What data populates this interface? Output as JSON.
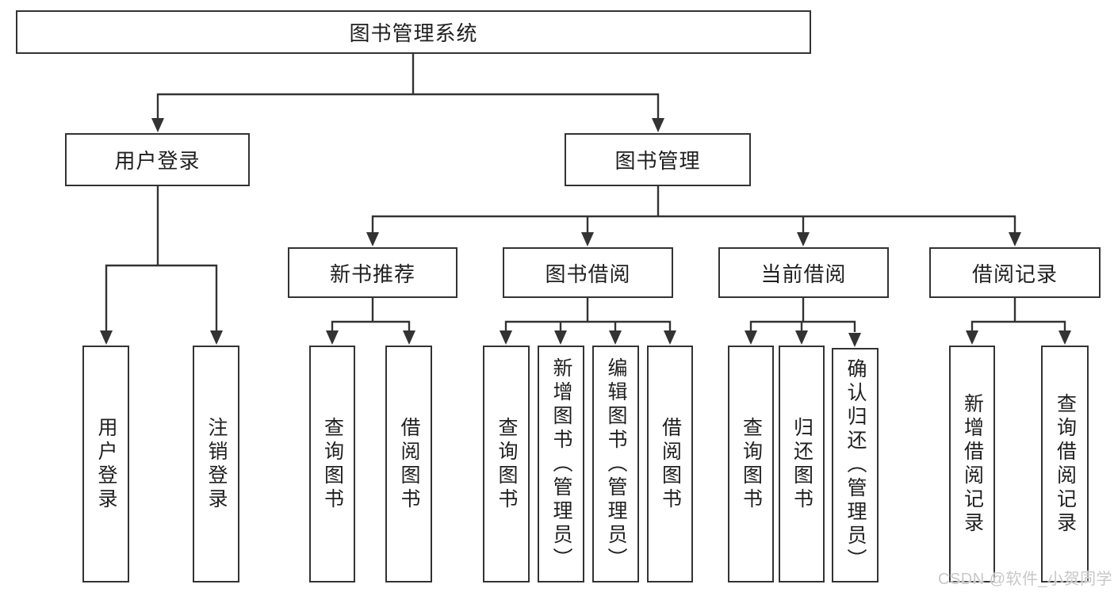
{
  "diagram_title": "图书管理系统",
  "nodes": {
    "root": "图书管理系统",
    "user_login": "用户登录",
    "book_mgmt": "图书管理",
    "new_book_rec": "新书推荐",
    "book_borrow": "图书借阅",
    "current_borrow": "当前借阅",
    "borrow_record": "借阅记录",
    "ul_user_login": "用户登录",
    "ul_logout": "注销登录",
    "nb_query_book": "查询图书",
    "nb_borrow_book": "借阅图书",
    "bb_query_book": "查询图书",
    "bb_add_book": "新增图书（管理员）",
    "bb_edit_book": "编辑图书（管理员）",
    "bb_borrow_book": "借阅图书",
    "cb_query_book": "查询图书",
    "cb_return_book": "归还图书",
    "cb_confirm_return": "确认归还（管理员）",
    "br_add_record": "新增借阅记录",
    "br_query_record": "查询借阅记录"
  },
  "hierarchy": {
    "图书管理系统": {
      "用户登录": [
        "用户登录",
        "注销登录"
      ],
      "图书管理": {
        "新书推荐": [
          "查询图书",
          "借阅图书"
        ],
        "图书借阅": [
          "查询图书",
          "新增图书（管理员）",
          "编辑图书（管理员）",
          "借阅图书"
        ],
        "当前借阅": [
          "查询图书",
          "归还图书",
          "确认归还（管理员）"
        ],
        "借阅记录": [
          "新增借阅记录",
          "查询借阅记录"
        ]
      }
    }
  },
  "watermark": {
    "text": "CSDN @软件_小贺同学"
  },
  "colors": {
    "line": "#333333",
    "text": "#1f1f1f",
    "box_background": "#ffffff",
    "background": "#ffffff",
    "watermark": "#c8c8c8"
  }
}
